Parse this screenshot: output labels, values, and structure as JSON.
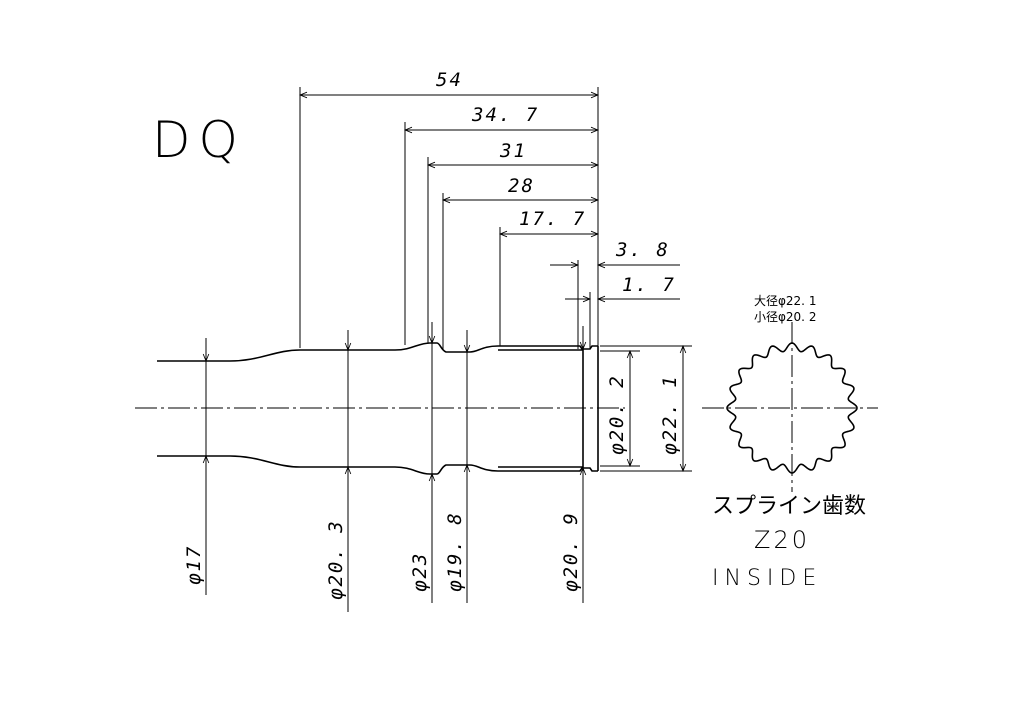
{
  "title": "DQ",
  "horizontal_dimensions": [
    "54",
    "34. 7",
    "31",
    "28",
    "17. 7",
    "3. 8",
    "1. 7"
  ],
  "diameters_bottom": [
    "φ17",
    "φ20. 3",
    "φ23",
    "φ19. 8",
    "φ20. 9"
  ],
  "diameters_right": [
    "φ20. 2",
    "φ22. 1"
  ],
  "spline": {
    "major_diameter": "大径φ22. 1",
    "minor_diameter": "小径φ20. 2",
    "label": "スプライン歯数",
    "teeth": "Z20",
    "type": "INSIDE",
    "tooth_count": 20
  }
}
